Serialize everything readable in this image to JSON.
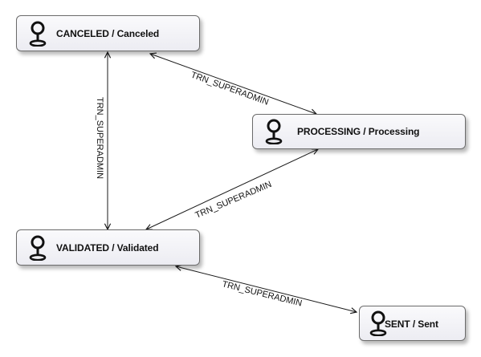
{
  "diagram": {
    "nodes": [
      {
        "id": "canceled",
        "label": "CANCELED / Canceled",
        "icon": "map-pin-icon"
      },
      {
        "id": "processing",
        "label": "PROCESSING / Processing",
        "icon": "map-pin-icon"
      },
      {
        "id": "validated",
        "label": "VALIDATED / Validated",
        "icon": "map-pin-icon"
      },
      {
        "id": "sent",
        "label": "SENT / Sent",
        "icon": "map-pin-icon"
      }
    ],
    "edges": [
      {
        "from": "canceled",
        "to": "processing",
        "label": "TRN_SUPERADMIN"
      },
      {
        "from": "canceled",
        "to": "validated",
        "label": "TRN_SUPERADMIN"
      },
      {
        "from": "processing",
        "to": "validated",
        "label": "TRN_SUPERADMIN"
      },
      {
        "from": "validated",
        "to": "sent",
        "label": "TRN_SUPERADMIN"
      }
    ],
    "colors": {
      "node_fill_top": "#fafafc",
      "node_fill_bottom": "#ececf2",
      "node_border": "#6b6b6b",
      "edge": "#1a1a1a",
      "text": "#111111"
    }
  }
}
